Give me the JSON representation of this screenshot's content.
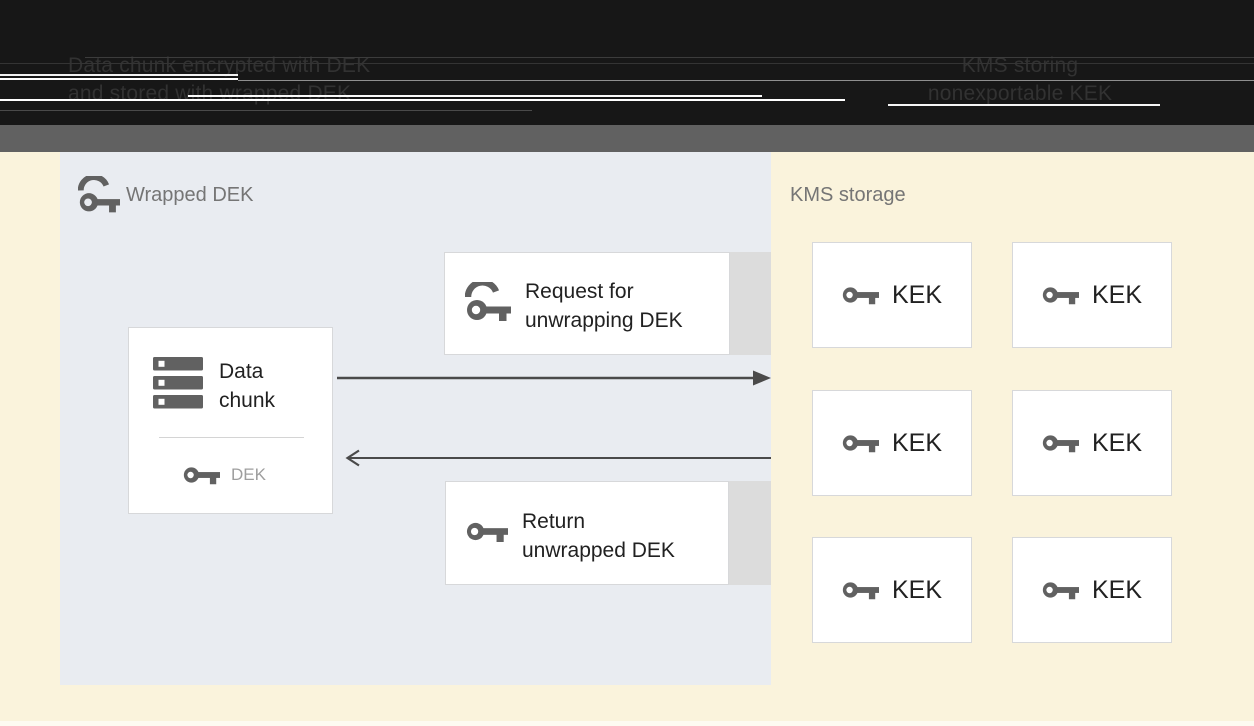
{
  "header": {
    "left": {
      "line1": "Data chunk encrypted with DEK",
      "line2": "and stored with wrapped DEK"
    },
    "right": {
      "line1": "KMS storing",
      "line2": "nonexportable KEK"
    }
  },
  "diagram": {
    "wrapped_dek_panel": {
      "label": "Wrapped DEK",
      "icon": "wrapped-key-icon"
    },
    "data_chunk_box": {
      "title_line1": "Data",
      "title_line2": "chunk",
      "title_icon": "storage-stack-icon",
      "key_label": "DEK",
      "key_icon": "key-icon"
    },
    "request_box": {
      "line1": "Request for",
      "line2": "unwrapping DEK",
      "icon": "wrapped-key-icon"
    },
    "return_box": {
      "line1": "Return",
      "line2": "unwrapped DEK",
      "icon": "key-icon"
    },
    "kms_panel": {
      "label": "KMS storage",
      "kek_boxes": [
        {
          "label": "KEK",
          "icon": "key-icon"
        },
        {
          "label": "KEK",
          "icon": "key-icon"
        },
        {
          "label": "KEK",
          "icon": "key-icon"
        },
        {
          "label": "KEK",
          "icon": "key-icon"
        },
        {
          "label": "KEK",
          "icon": "key-icon"
        },
        {
          "label": "KEK",
          "icon": "key-icon"
        }
      ]
    },
    "arrows": [
      {
        "direction": "right",
        "from": "data-chunk",
        "to": "kms-storage"
      },
      {
        "direction": "left",
        "from": "kms-storage",
        "to": "data-chunk"
      }
    ]
  },
  "colors": {
    "header_bg": "#171717",
    "gray_bar": "#616161",
    "background_yellow": "#faf3dc",
    "panel_blue_gray": "#e9ecf1",
    "icon_gray": "#616161",
    "arrow_gray": "#4a4a4a",
    "text_dark": "#212121",
    "text_gray": "#757575"
  }
}
